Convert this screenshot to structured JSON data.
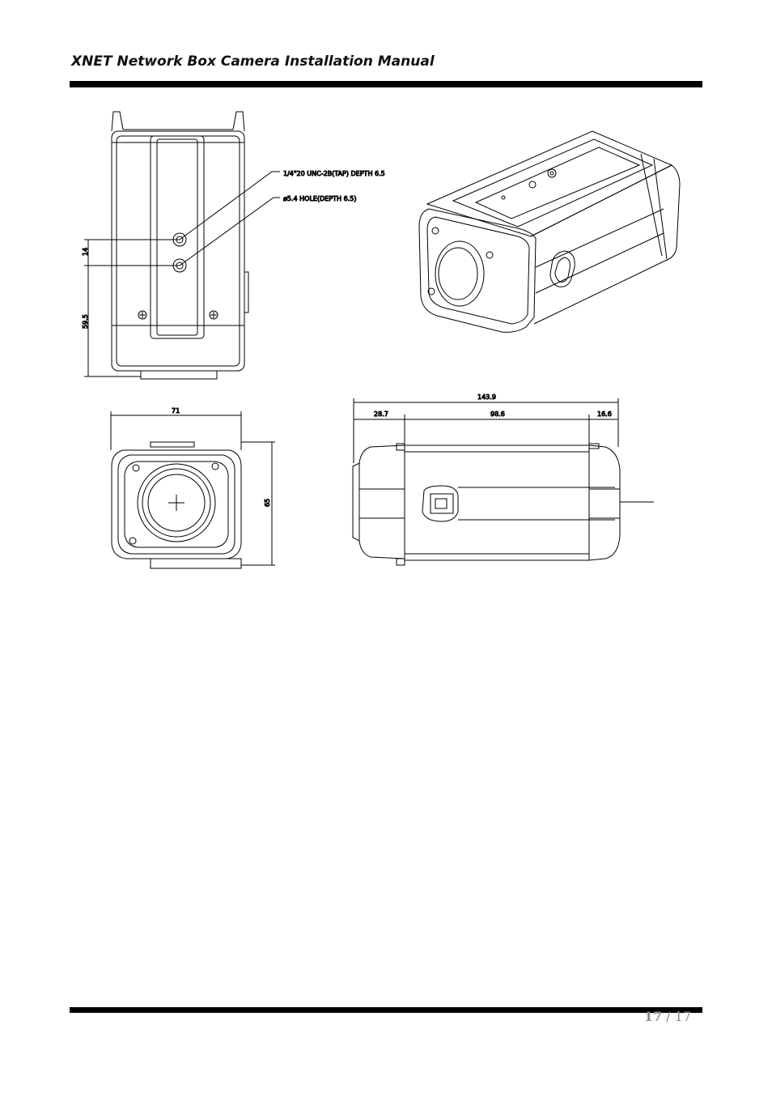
{
  "header": {
    "title": "XNET Network Box Camera Installation Manual"
  },
  "page": {
    "current": "17",
    "separator": " / ",
    "total": "17"
  },
  "drawing": {
    "top_view": {
      "tap_hole_label": "1/4\"20 UNC-2B(TAP) DEPTH 6.5",
      "hole_label": "ø5.4 HOLE(DEPTH 6.5)",
      "dim_hole_spacing": "14",
      "dim_height": "59.5"
    },
    "front_view": {
      "dim_width": "71",
      "dim_height": "65"
    },
    "side_view": {
      "dim_total": "143.9",
      "dim_front": "28.7",
      "dim_body": "98.6",
      "dim_rear": "16.6"
    }
  }
}
